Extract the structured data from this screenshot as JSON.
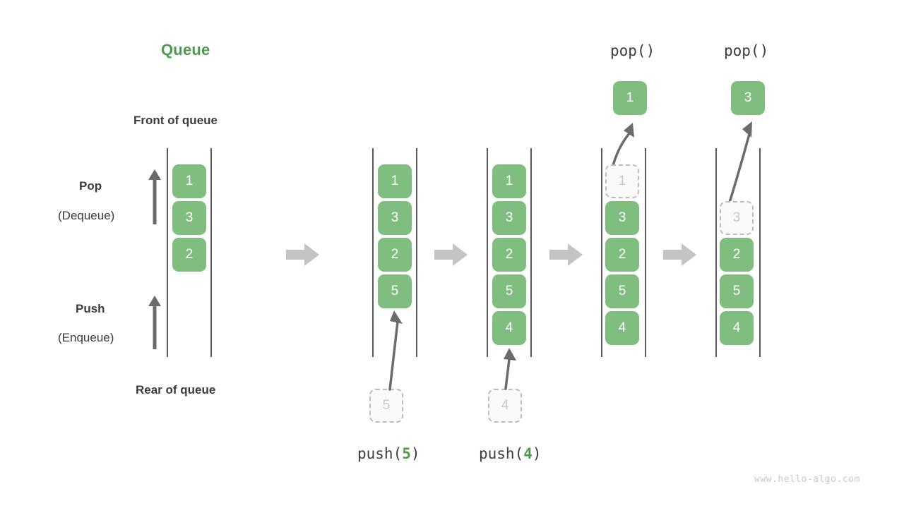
{
  "diagram": {
    "title": "Queue",
    "front_label": "Front of queue",
    "rear_label": "Rear of queue",
    "pop_label": "Pop",
    "pop_sub_label": "(Dequeue)",
    "push_label": "Push",
    "push_sub_label": "(Enqueue)",
    "watermark": "www.hello-algo.com",
    "colors": {
      "cell_fill": "#7fbe7f",
      "accent_green": "#4e9a4e",
      "rail": "#5a5a5a",
      "ghost_border": "#bdbdbd",
      "ghost_text": "#c9c9c9",
      "block_arrow": "#c4c4c4",
      "arrow": "#6b6b6b",
      "text": "#3c3c3c",
      "watermark": "#c9c9c9"
    }
  },
  "operations": {
    "push5": {
      "prefix": "push(",
      "value": "5",
      "suffix": ")"
    },
    "push4": {
      "prefix": "push(",
      "value": "4",
      "suffix": ")"
    },
    "pop1": "pop()",
    "pop2": "pop()"
  },
  "stages": [
    {
      "id": "initial",
      "cells": [
        "1",
        "3",
        "2"
      ],
      "ghost_cell": null,
      "floating_cell": null,
      "operation": null
    },
    {
      "id": "after-push-5",
      "cells": [
        "1",
        "3",
        "2",
        "5"
      ],
      "incoming_cell": "5",
      "ghost_cell": null,
      "floating_cell": null,
      "operation": "push(5)"
    },
    {
      "id": "after-push-4",
      "cells": [
        "1",
        "3",
        "2",
        "5",
        "4"
      ],
      "incoming_cell": "4",
      "ghost_cell": null,
      "floating_cell": null,
      "operation": "push(4)"
    },
    {
      "id": "after-pop-1",
      "cells": [
        "3",
        "2",
        "5",
        "4"
      ],
      "ghost_cell": "1",
      "floating_cell": "1",
      "operation": "pop()"
    },
    {
      "id": "after-pop-3",
      "cells": [
        "2",
        "5",
        "4"
      ],
      "ghost_cell": "3",
      "floating_cell": "3",
      "operation": "pop()"
    }
  ]
}
